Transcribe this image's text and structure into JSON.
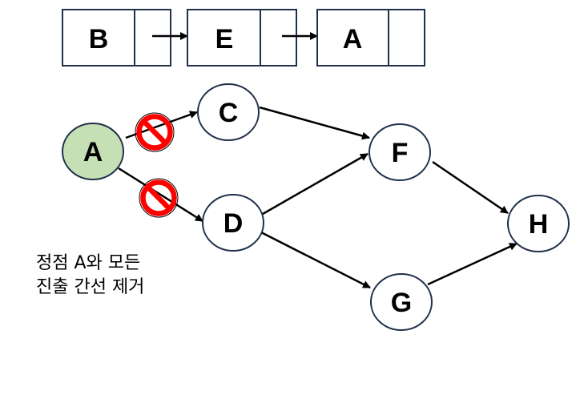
{
  "list_cells": [
    {
      "label": "B"
    },
    {
      "label": "E"
    },
    {
      "label": "A"
    }
  ],
  "nodes": {
    "A": {
      "label": "A",
      "fill": "#c5e0b4"
    },
    "C": {
      "label": "C",
      "fill": "#ffffff"
    },
    "D": {
      "label": "D",
      "fill": "#ffffff"
    },
    "F": {
      "label": "F",
      "fill": "#ffffff"
    },
    "G": {
      "label": "G",
      "fill": "#ffffff"
    },
    "H": {
      "label": "H",
      "fill": "#ffffff"
    }
  },
  "edges": [
    {
      "from": "A",
      "to": "C",
      "removed": true
    },
    {
      "from": "A",
      "to": "D",
      "removed": true
    },
    {
      "from": "C",
      "to": "F",
      "removed": false
    },
    {
      "from": "D",
      "to": "F",
      "removed": false
    },
    {
      "from": "D",
      "to": "G",
      "removed": false
    },
    {
      "from": "F",
      "to": "H",
      "removed": false
    },
    {
      "from": "G",
      "to": "H",
      "removed": false
    }
  ],
  "note": {
    "line1": "정점 A와 모든",
    "line2": "진출 간선 제거"
  },
  "colors": {
    "box_stroke": "#1f3049",
    "node_stroke": "#1f3049",
    "prohibit_red": "#ff0000"
  },
  "icons": {
    "removed_edge_marker": "prohibit-icon"
  }
}
